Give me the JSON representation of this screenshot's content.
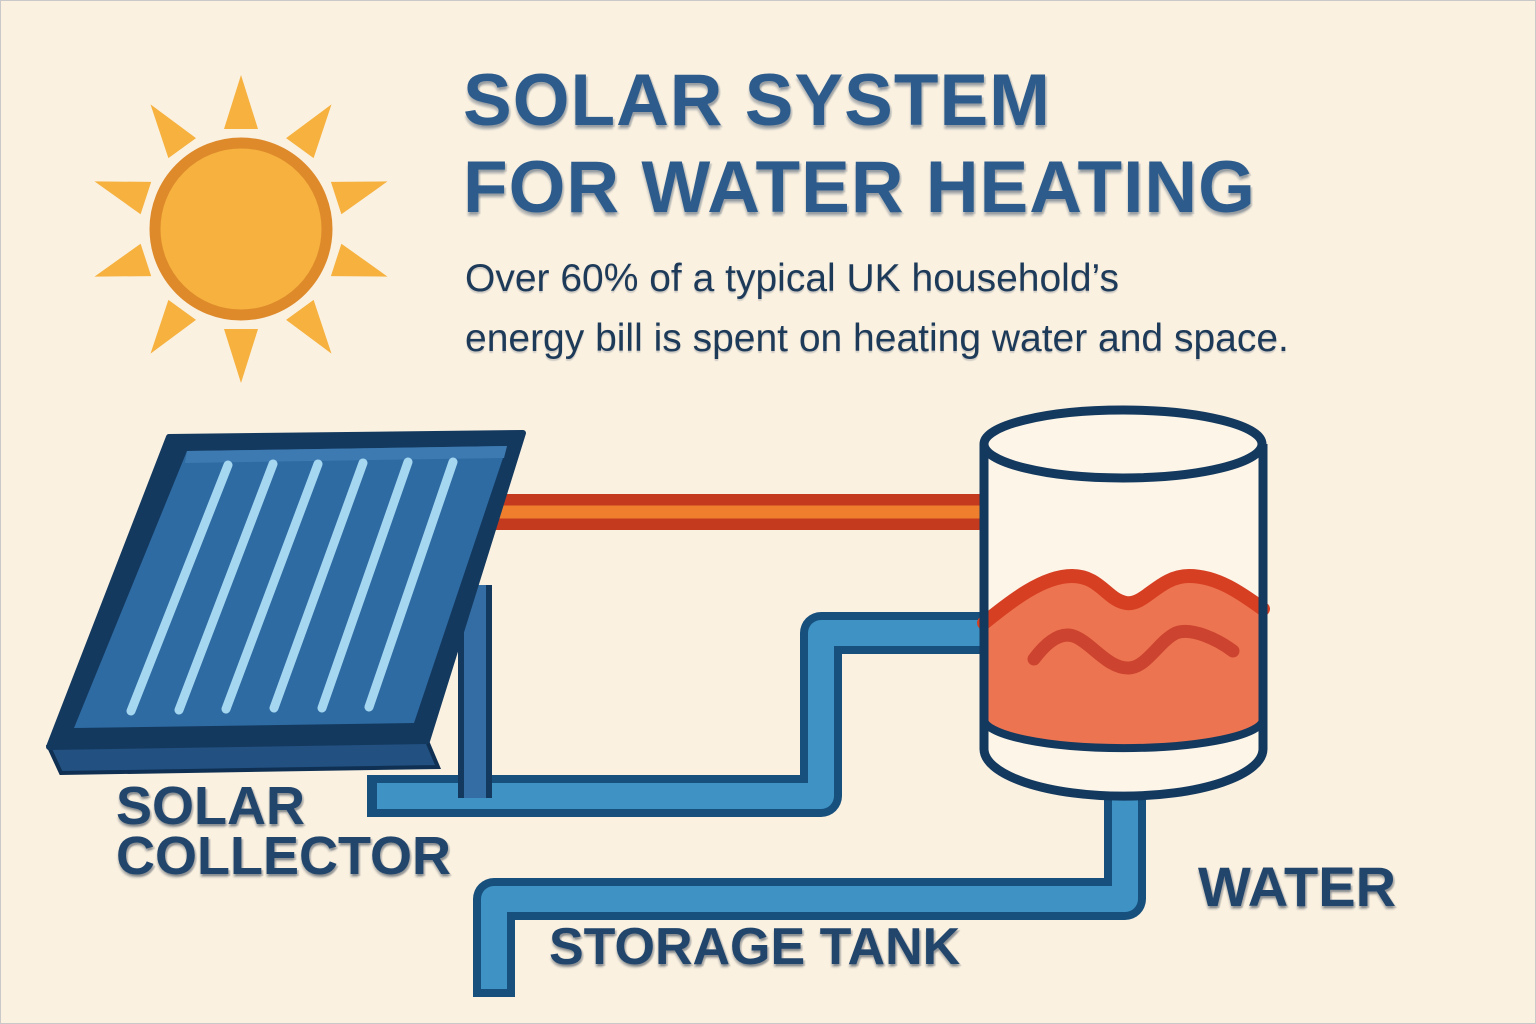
{
  "title": {
    "line1": "SOLAR SYSTEM",
    "line2": "FOR WATER HEATING"
  },
  "subtitle": {
    "line1": "Over 60% of a typical UK household’s",
    "line2": "energy bill is spent on heating water and space."
  },
  "labels": {
    "solar_collector_line1": "SOLAR",
    "solar_collector_line2": "COLLECTOR",
    "storage_tank": "STORAGE TANK",
    "water": "WATER"
  },
  "diagram": {
    "icons": [
      {
        "name": "sun-icon",
        "meaning": "sunlight source"
      },
      {
        "name": "solar-collector-icon",
        "meaning": "tilted solar thermal panel"
      },
      {
        "name": "hot-pipe-icon",
        "meaning": "hot water pipe from collector to tank"
      },
      {
        "name": "cold-pipe-icon",
        "meaning": "cold water return loop pipe"
      },
      {
        "name": "water-outlet-pipe-icon",
        "meaning": "water outlet pipe below tank"
      },
      {
        "name": "storage-tank-icon",
        "meaning": "cylindrical storage tank with heated water"
      }
    ],
    "colors": {
      "background": "#FAF1E1",
      "navy_outline": "#14395F",
      "panel_blue": "#2E6BA3",
      "panel_edge": "#215081",
      "panel_stripe": "#A5D7F1",
      "pipe_teal": "#3E93C4",
      "pipe_navy": "#17507D",
      "hot_pipe_orange": "#EF7F2D",
      "hot_pipe_red": "#C43A1F",
      "water_fill": "#ED7450",
      "water_wave": "#D63F22",
      "water_squiggle": "#CC4430",
      "sun_yellow": "#F6B13E",
      "sun_ring": "#DE8A2B",
      "title_blue": "#2D5C8C",
      "label_navy": "#21456B",
      "tank_cream": "#FCF5E8"
    }
  }
}
